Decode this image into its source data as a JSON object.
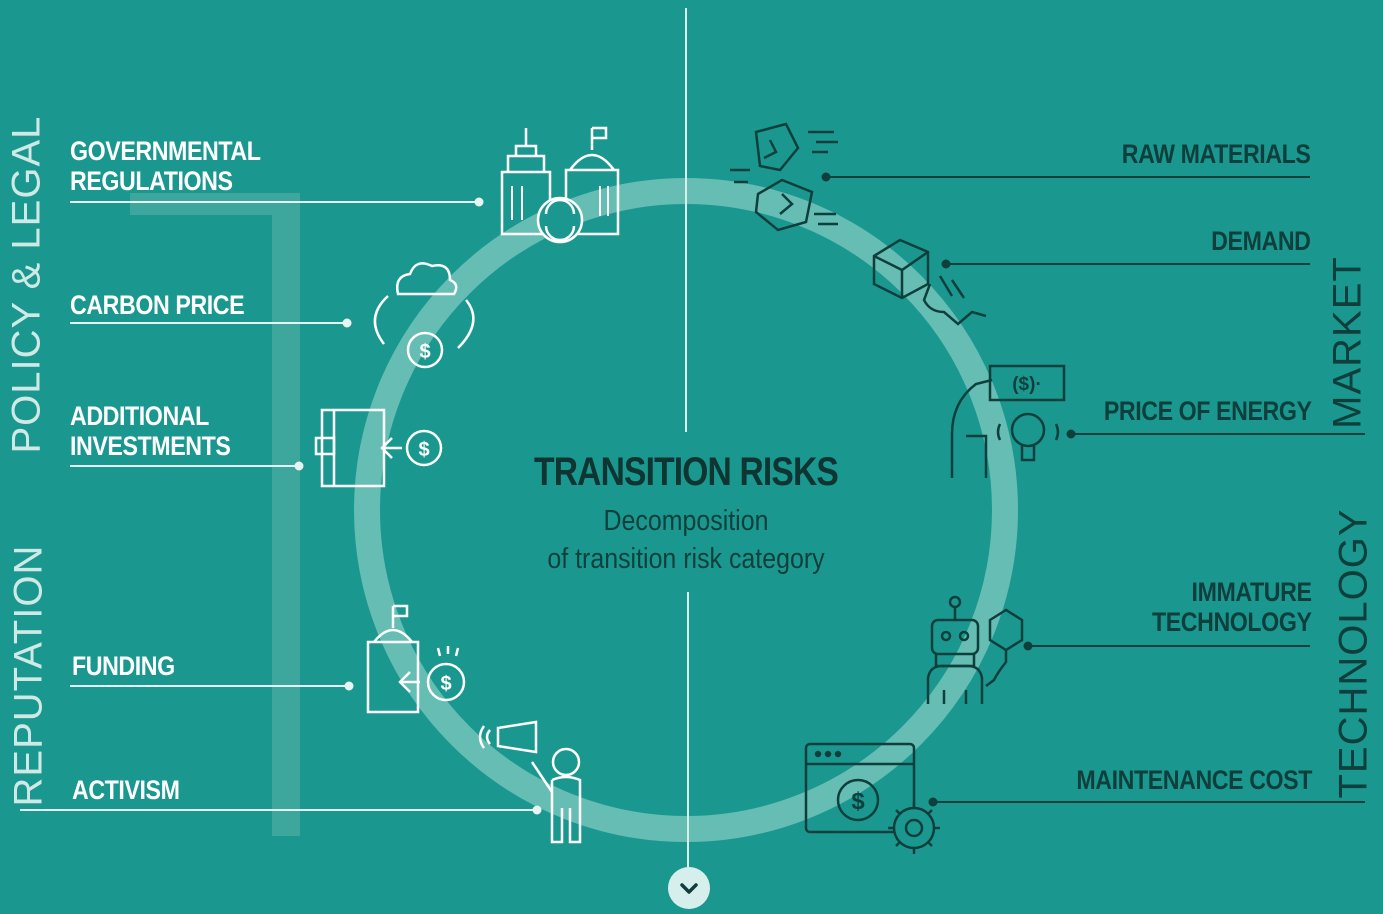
{
  "title": "TRANSITION RISKS",
  "subtitle": {
    "line1": "Decomposition",
    "line2": "of transition risk category"
  },
  "categories": {
    "policy_legal": "POLICY & LEGAL",
    "reputation": "REPUTATION",
    "market": "MARKET",
    "technology": "TECHNOLOGY"
  },
  "left_items": [
    {
      "line1": "GOVERNMENTAL",
      "line2": "REGULATIONS",
      "icon": "government-buildings-icon"
    },
    {
      "line1": "CARBON PRICE",
      "line2": "",
      "icon": "cloud-money-cycle-icon"
    },
    {
      "line1": "ADDITIONAL",
      "line2": "INVESTMENTS",
      "icon": "wallet-investment-icon"
    },
    {
      "line1": "FUNDING",
      "line2": "",
      "icon": "funding-building-icon"
    },
    {
      "line1": "ACTIVISM",
      "line2": "",
      "icon": "megaphone-activist-icon"
    }
  ],
  "right_items": [
    {
      "line1": "RAW MATERIALS",
      "line2": "",
      "icon": "raw-materials-rocks-icon"
    },
    {
      "line1": "DEMAND",
      "line2": "",
      "icon": "demand-box-hand-icon"
    },
    {
      "line1": "PRICE OF ENERGY",
      "line2": "",
      "icon": "energy-price-bulb-icon"
    },
    {
      "line1": "IMMATURE",
      "line2": "TECHNOLOGY",
      "icon": "robot-technology-icon"
    },
    {
      "line1": "MAINTENANCE COST",
      "line2": "",
      "icon": "maintenance-gear-icon"
    }
  ],
  "scroll_button_icon": "chevron-down-icon",
  "colors": {
    "background": "#1a9890",
    "ring": "#6fc1b8",
    "bracket": "#4aaca3",
    "left_text": "#ffffff",
    "right_text": "#0f3f3c",
    "title": "#0e3532"
  }
}
